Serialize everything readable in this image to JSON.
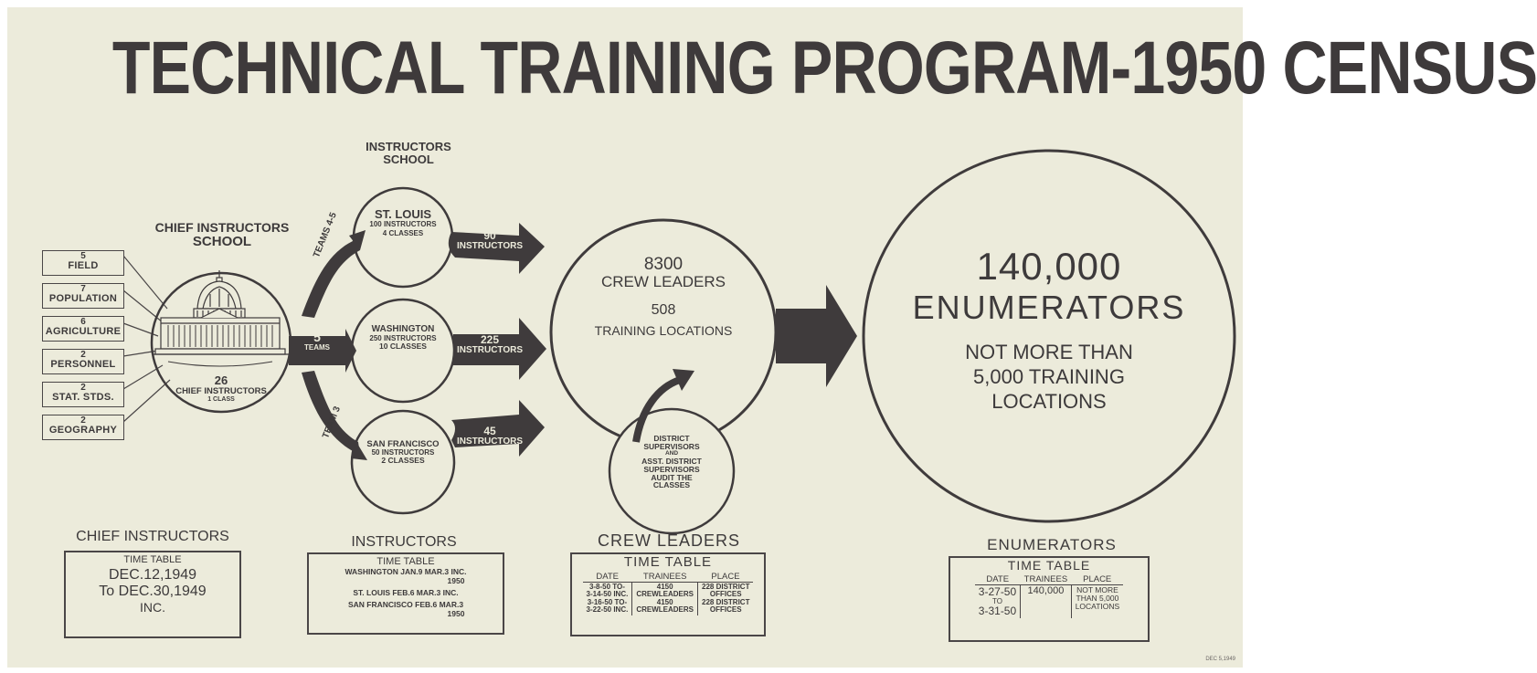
{
  "title": "TECHNICAL TRAINING PROGRAM-1950 CENSUS",
  "categories": [
    {
      "count": "5",
      "label": "FIELD"
    },
    {
      "count": "7",
      "label": "POPULATION"
    },
    {
      "count": "6",
      "label": "AGRICULTURE"
    },
    {
      "count": "2",
      "label": "PERSONNEL"
    },
    {
      "count": "2",
      "label": "STAT. STDS."
    },
    {
      "count": "2",
      "label": "GEOGRAPHY"
    }
  ],
  "chief_school": {
    "heading_line1": "CHIEF INSTRUCTORS",
    "heading_line2": "SCHOOL",
    "count": "26",
    "sub": "CHIEF INSTRUCTORS",
    "classes": "1 CLASS"
  },
  "teams": {
    "upper": "TEAMS 4-5",
    "middle_num": "5",
    "middle_label": "TEAMS",
    "lower": "TEAM 3"
  },
  "instructors_school": {
    "heading_line1": "INSTRUCTORS",
    "heading_line2": "SCHOOL",
    "st_louis": {
      "city": "ST. LOUIS",
      "instructors": "100 INSTRUCTORS",
      "classes": "4 CLASSES"
    },
    "washington": {
      "city": "WASHINGTON",
      "instructors": "250 INSTRUCTORS",
      "classes": "10 CLASSES"
    },
    "san_francisco": {
      "city": "SAN FRANCISCO",
      "instructors": "50 INSTRUCTORS",
      "classes": "2 CLASSES"
    }
  },
  "flows": [
    {
      "num": "90",
      "label": "INSTRUCTORS"
    },
    {
      "num": "225",
      "label": "INSTRUCTORS"
    },
    {
      "num": "45",
      "label": "INSTRUCTORS"
    }
  ],
  "crew": {
    "count": "8300",
    "label": "CREW LEADERS",
    "locations_num": "508",
    "locations_label": "TRAINING LOCATIONS"
  },
  "supervisors": {
    "line1": "DISTRICT",
    "line2": "SUPERVISORS",
    "line3": "AND",
    "line4": "ASST. DISTRICT",
    "line5": "SUPERVISORS",
    "line6": "AUDIT THE",
    "line7": "CLASSES"
  },
  "enumerators": {
    "count": "140,000",
    "label": "ENUMERATORS",
    "note1": "NOT MORE THAN",
    "note2": "5,000 TRAINING",
    "note3": "LOCATIONS"
  },
  "timetables": {
    "chief": {
      "heading": "CHIEF INSTRUCTORS",
      "title": "TIME TABLE",
      "line1": "DEC.12,1949",
      "line2": "To DEC.30,1949",
      "line3": "INC."
    },
    "instructors": {
      "heading": "INSTRUCTORS",
      "title": "TIME TABLE",
      "row1": "WASHINGTON JAN.9 MAR.3 INC.",
      "row1b": "1950",
      "row2": "ST. LOUIS FEB.6 MAR.3 INC.",
      "row3": "SAN FRANCISCO FEB.6 MAR.3",
      "row3b": "1950"
    },
    "crew": {
      "heading": "CREW LEADERS",
      "title": "TIME TABLE",
      "headers": [
        "DATE",
        "TRAINEES",
        "PLACE"
      ],
      "date_lines": [
        "3-8-50 TO-",
        "3-14-50 INC.",
        "3-16-50 TO-",
        "3-22-50 INC."
      ],
      "trainee_lines": [
        "4150",
        "CREWLEADERS",
        "4150",
        "CREWLEADERS"
      ],
      "place_lines": [
        "228 DISTRICT",
        "OFFICES",
        "228 DISTRICT",
        "OFFICES"
      ]
    },
    "enumerators": {
      "heading": "ENUMERATORS",
      "title": "TIME TABLE",
      "headers": [
        "DATE",
        "TRAINEES",
        "PLACE"
      ],
      "date_lines": [
        "3-27-50",
        "TO",
        "3-31-50"
      ],
      "trainees": "140,000",
      "place_lines": [
        "NOT MORE",
        "THAN 5,000",
        "LOCATIONS"
      ]
    }
  },
  "dateline": "DEC 5,1949"
}
